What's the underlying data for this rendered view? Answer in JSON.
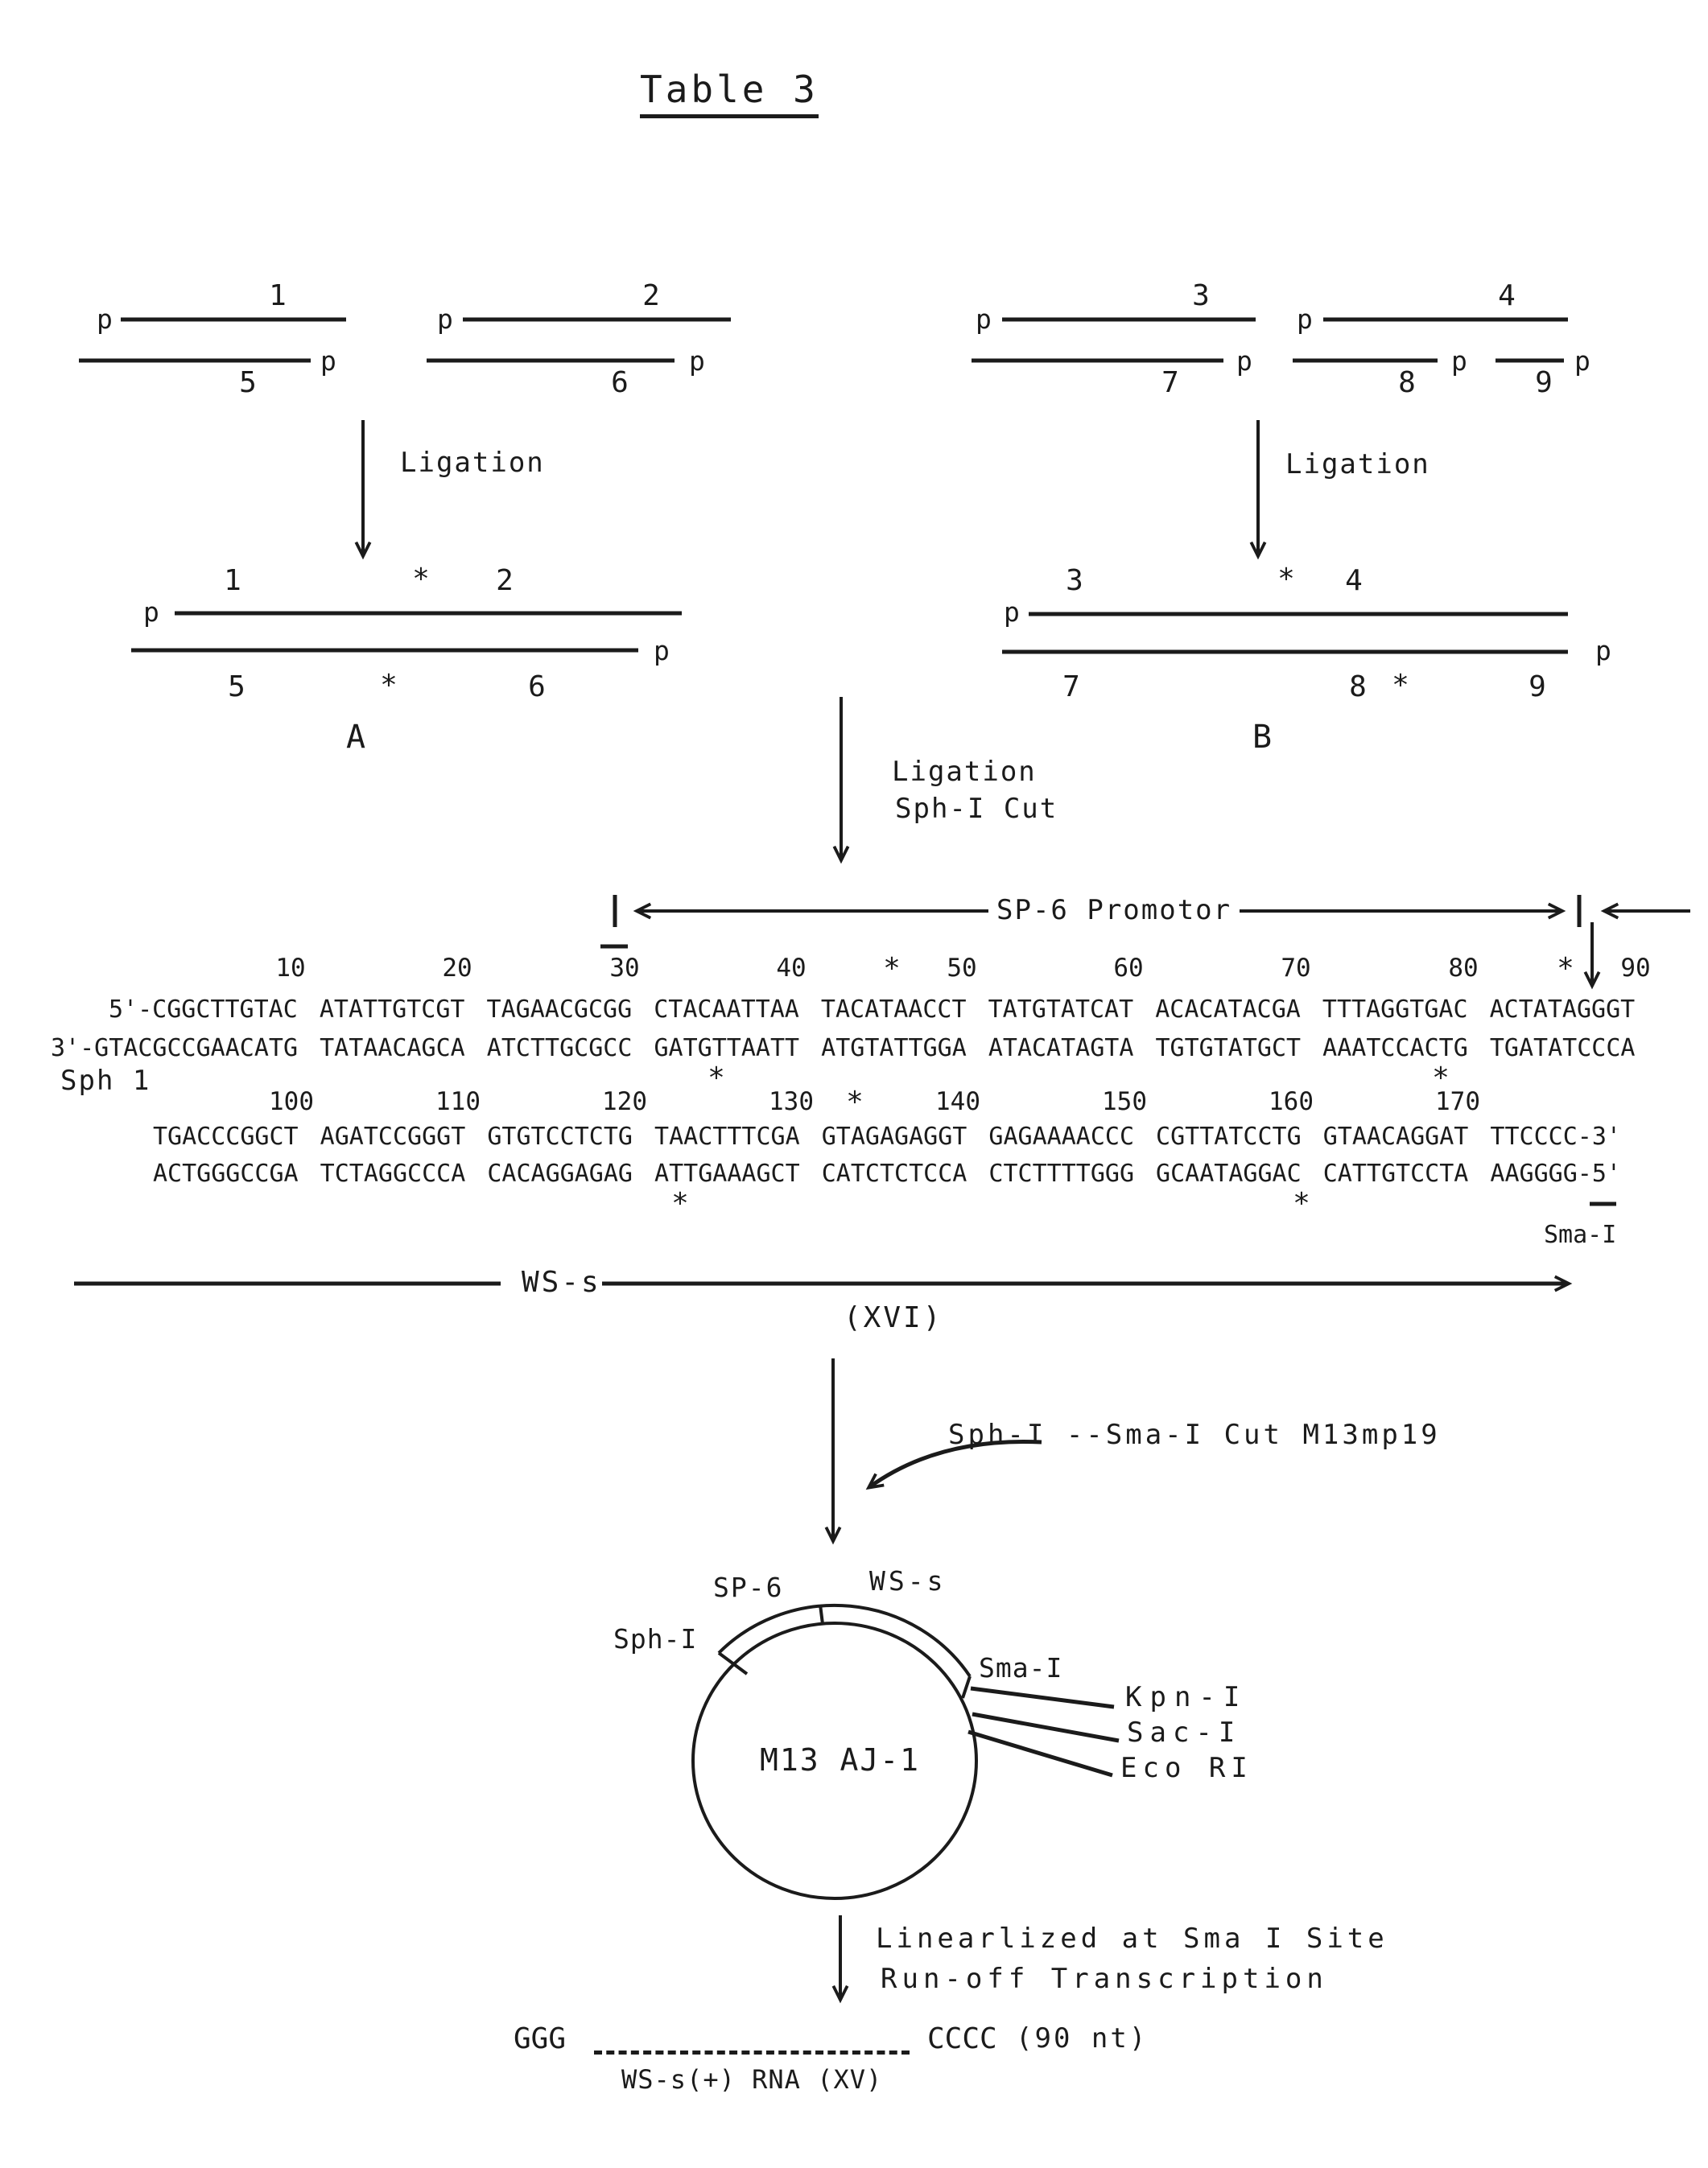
{
  "title": "Table 3",
  "glyphs": {
    "phosphate": "p",
    "asterisk": "*"
  },
  "fragments": {
    "f1": "1",
    "f2": "2",
    "f3": "3",
    "f4": "4",
    "f5": "5",
    "f6": "6",
    "f7": "7",
    "f8": "8",
    "f9": "9"
  },
  "products": {
    "a": "A",
    "b": "B"
  },
  "steps": {
    "ligation_a": "Ligation",
    "ligation_b": "Ligation",
    "ligation_final": "Ligation",
    "sph_cut": "Sph-I Cut",
    "m13_cut": "Sph-I --Sma-I Cut M13mp19",
    "linearize": "Linearlized at Sma I Site",
    "runoff": "Run-off Transcription"
  },
  "promoter": {
    "label": "SP-6 Promotor"
  },
  "sequence": {
    "strand_5to3_top": "5'-CGGCTTGTAC ATATTGTCGT TAGAACGCGG CTACAATTAA TACATAACCT TATGTATCAT ACACATACGA TTTAGGTGAC ACTATAGGGT",
    "strand_3to5_bottom": "3'-GTACGCCGAACATG TATAACAGCA ATCTTGCGCC GATGTTAATT ATGTATTGGA ATACATAGTA TGTGTATGCT AAATCCACTG TGATATCCCA",
    "strand_top_2": "TGACCCGGCT AGATCCGGGT GTGTCCTCTG TAACTTTCGA GTAGAGAGGT GAGAAAACCC CGTTATCCTG GTAACAGGAT TTCCCC-3'",
    "strand_bottom_2": "ACTGGGCCGA TCTAGGCCCA CACAGGAGAG ATTGAAAGCT CATCTCTCCA CTCTTTTGGG GCAATAGGAC CATTGTCCTA AAGGGG-5'",
    "ticks_row1": [
      "10",
      "20",
      "30",
      "40",
      "50",
      "60",
      "70",
      "80",
      "90"
    ],
    "ticks_row2": [
      "100",
      "110",
      "120",
      "130",
      "140",
      "150",
      "160",
      "170"
    ],
    "sph1_site": "Sph 1",
    "sma1_site": "Sma-I"
  },
  "construct": {
    "ws_label": "WS-s",
    "id": "(XVI)"
  },
  "plasmid": {
    "name": "M13 AJ-1",
    "sp6": "SP-6",
    "ws": "WS-s",
    "sph": "Sph-I",
    "sma": "Sma-I",
    "kpn": "Kpn-I",
    "sac": "Sac-I",
    "eco": "Eco RI"
  },
  "rna": {
    "left": "GGG",
    "right": "CCCC",
    "length": "(90 nt)",
    "name": "WS-s(+) RNA (XV)"
  }
}
